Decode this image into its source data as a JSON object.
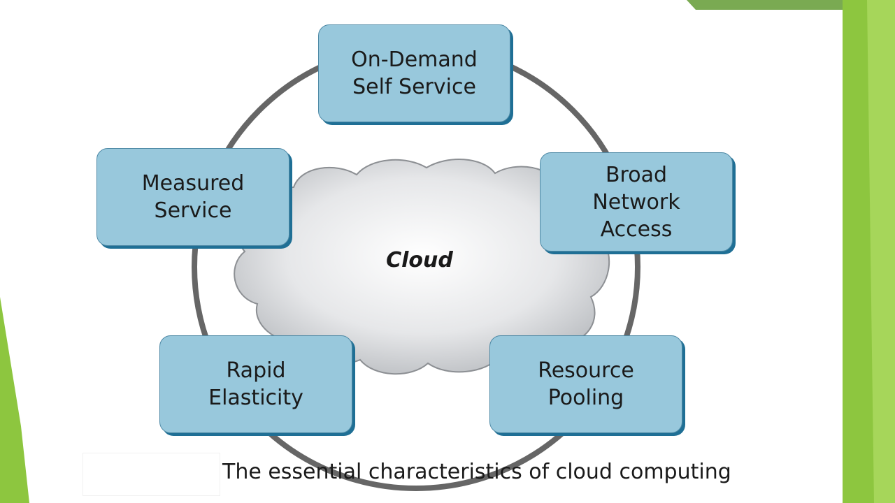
{
  "diagram": {
    "center": "Cloud",
    "characteristics": [
      {
        "id": "on-demand-self-service",
        "label": "On-Demand\nSelf Service"
      },
      {
        "id": "broad-network-access",
        "label": "Broad\nNetwork\nAccess"
      },
      {
        "id": "resource-pooling",
        "label": "Resource\nPooling"
      },
      {
        "id": "rapid-elasticity",
        "label": "Rapid\nElasticity"
      },
      {
        "id": "measured-service",
        "label": "Measured\nService"
      }
    ],
    "caption": "The essential characteristics of cloud computing"
  },
  "colors": {
    "box_fill": "#98c8dc",
    "box_shadow": "#1f6f95",
    "ring": "#666666",
    "accent_green": "#8dc63f"
  }
}
